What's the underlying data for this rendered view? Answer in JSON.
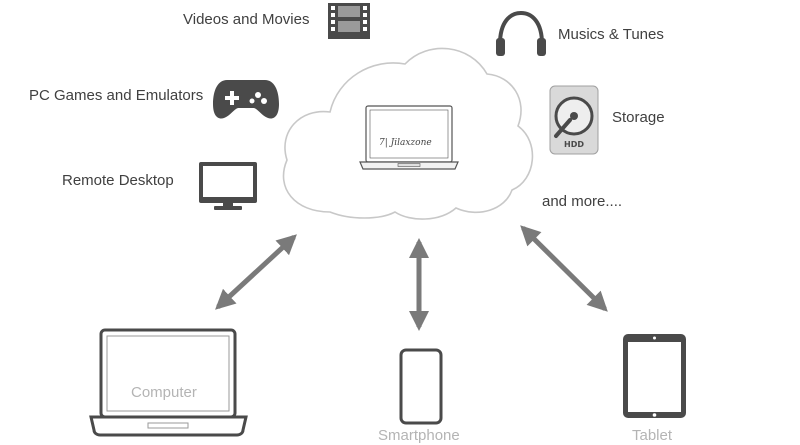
{
  "services": {
    "videos": "Videos and Movies",
    "music": "Musics & Tunes",
    "games": "PC Games and Emulators",
    "storage": "Storage",
    "remote": "Remote Desktop",
    "more": "and more...."
  },
  "cloud": {
    "brand": "7| Jilaxzone"
  },
  "devices": {
    "computer": "Computer",
    "smartphone": "Smartphone",
    "tablet": "Tablet"
  },
  "icons": {
    "videos": "film-strip-icon",
    "music": "headphones-icon",
    "games": "gamepad-icon",
    "storage": "hdd-icon",
    "remote": "monitor-icon",
    "cloud_device": "laptop-icon",
    "computer": "laptop-icon",
    "smartphone": "smartphone-icon",
    "tablet": "tablet-icon"
  },
  "colors": {
    "icon": "#4a4a4a",
    "icon_light": "#d9d9d9",
    "arrow": "#7a7a7a",
    "cloud_stroke": "#c8c8c8",
    "device_label": "#b4b4b4"
  }
}
